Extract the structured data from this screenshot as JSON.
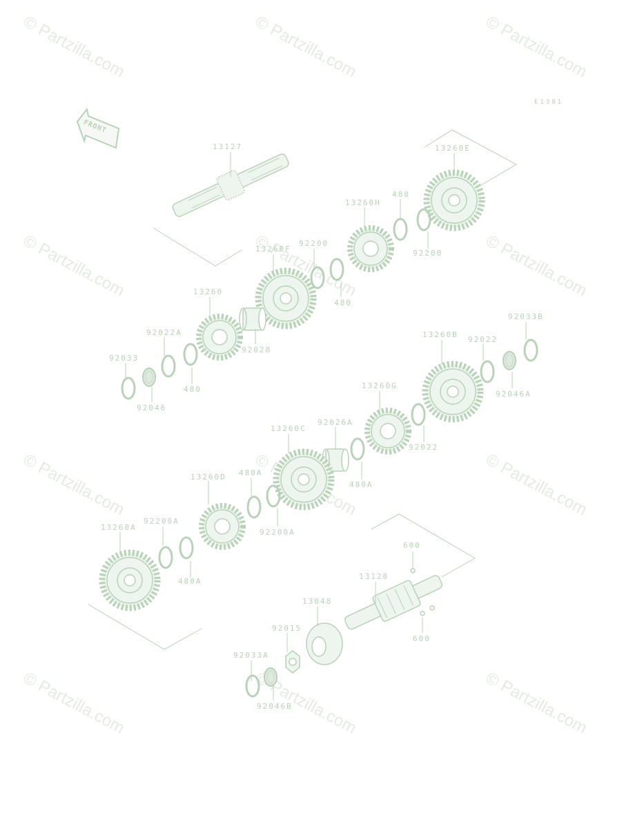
{
  "diagram": {
    "code": "E1381",
    "front_label": "FRONT",
    "watermark": "© Partzilla.com",
    "colors": {
      "line": "#b8d2b8",
      "fill": "#eef4ee",
      "watermark": "#e3ebe3"
    },
    "parts": [
      "13127",
      "13260E",
      "480",
      "13260H",
      "92200",
      "13260F",
      "92200",
      "480",
      "13260",
      "92022A",
      "92028",
      "92033",
      "480",
      "92046",
      "92033B",
      "13260B",
      "92022",
      "92046A",
      "13260G",
      "92026A",
      "13260C",
      "92022",
      "480A",
      "480A",
      "13260D",
      "92200A",
      "92200A",
      "13260A",
      "480A",
      "600",
      "13128",
      "13048",
      "600",
      "92015",
      "92033A",
      "92046B"
    ]
  }
}
